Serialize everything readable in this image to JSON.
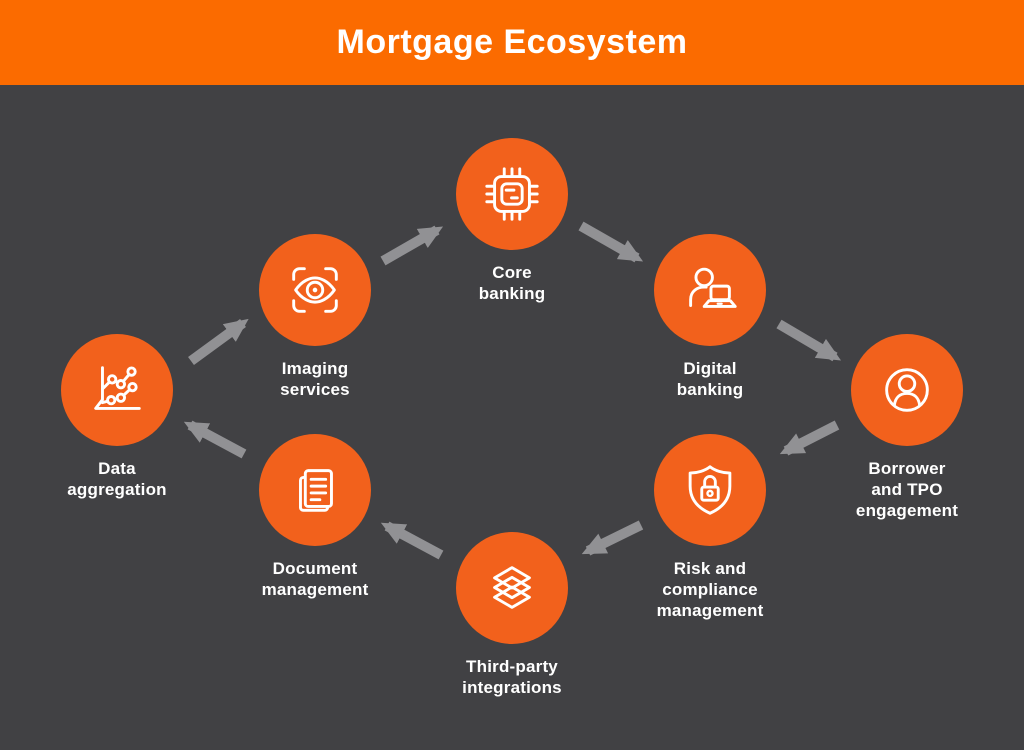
{
  "header": {
    "title": "Mortgage Ecosystem"
  },
  "colors": {
    "header_bg": "#fb6b00",
    "node_bg": "#f2611c",
    "background": "#414144",
    "arrow": "#919194",
    "text": "#ffffff"
  },
  "nodes": [
    {
      "name": "core-banking",
      "label": "Core\nbanking",
      "icon": "chip-icon"
    },
    {
      "name": "digital-banking",
      "label": "Digital\nbanking",
      "icon": "person-laptop-icon"
    },
    {
      "name": "borrower-tpo-engagement",
      "label": "Borrower\nand TPO\nengagement",
      "icon": "user-circle-icon"
    },
    {
      "name": "risk-compliance-management",
      "label": "Risk and\ncompliance\nmanagement",
      "icon": "shield-lock-icon"
    },
    {
      "name": "third-party-integrations",
      "label": "Third-party\nintegrations",
      "icon": "layers-icon"
    },
    {
      "name": "document-management",
      "label": "Document\nmanagement",
      "icon": "documents-icon"
    },
    {
      "name": "data-aggregation",
      "label": "Data\naggregation",
      "icon": "chart-icon"
    },
    {
      "name": "imaging-services",
      "label": "Imaging\nservices",
      "icon": "eye-scan-icon"
    }
  ],
  "connections": [
    {
      "from": "data-aggregation",
      "to": "imaging-services"
    },
    {
      "from": "imaging-services",
      "to": "core-banking"
    },
    {
      "from": "core-banking",
      "to": "digital-banking"
    },
    {
      "from": "digital-banking",
      "to": "borrower-tpo-engagement"
    },
    {
      "from": "borrower-tpo-engagement",
      "to": "risk-compliance-management"
    },
    {
      "from": "risk-compliance-management",
      "to": "third-party-integrations"
    },
    {
      "from": "third-party-integrations",
      "to": "document-management"
    },
    {
      "from": "document-management",
      "to": "data-aggregation"
    }
  ]
}
